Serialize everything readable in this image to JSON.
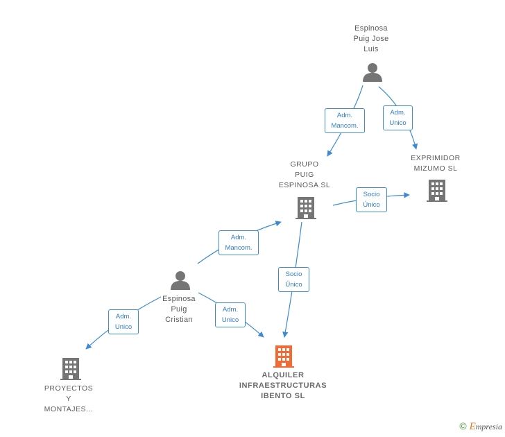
{
  "nodes": {
    "espinosa_puig_jose_luis": {
      "lines": [
        "Espinosa",
        "Puig Jose",
        "Luis"
      ]
    },
    "grupo_puig_espinosa": {
      "lines": [
        "GRUPO",
        "PUIG",
        "ESPINOSA  SL"
      ]
    },
    "exprimidor_mizumo": {
      "lines": [
        "EXPRIMIDOR",
        "MIZUMO  SL"
      ]
    },
    "espinosa_puig_cristian": {
      "lines": [
        "Espinosa",
        "Puig",
        "Cristian"
      ]
    },
    "proyectos_montajes": {
      "lines": [
        "PROYECTOS",
        "Y",
        "MONTAJES..."
      ]
    },
    "alquiler_infraestructuras": {
      "lines": [
        "ALQUILER",
        "INFRAESTRUCTURAS",
        "IBENTO  SL"
      ]
    }
  },
  "edges": {
    "jose_to_grupo": {
      "lines": [
        "Adm.",
        "Mancom."
      ]
    },
    "jose_to_exprimidor": {
      "lines": [
        "Adm.",
        "Unico"
      ]
    },
    "grupo_to_exprimidor": {
      "lines": [
        "Socio",
        "Único"
      ]
    },
    "cristian_to_grupo": {
      "lines": [
        "Adm.",
        "Mancom."
      ]
    },
    "grupo_to_alquiler": {
      "lines": [
        "Socio",
        "Único"
      ]
    },
    "cristian_to_proyectos": {
      "lines": [
        "Adm.",
        "Unico"
      ]
    },
    "cristian_to_alquiler": {
      "lines": [
        "Adm.",
        "Unico"
      ]
    }
  },
  "colors": {
    "edge": "#3a8ad6",
    "icon": "#757575",
    "focus_icon": "#f26a35"
  },
  "footer": {
    "copyright_symbol": "©",
    "brand_initial": "E",
    "brand_rest": "mpresia"
  }
}
